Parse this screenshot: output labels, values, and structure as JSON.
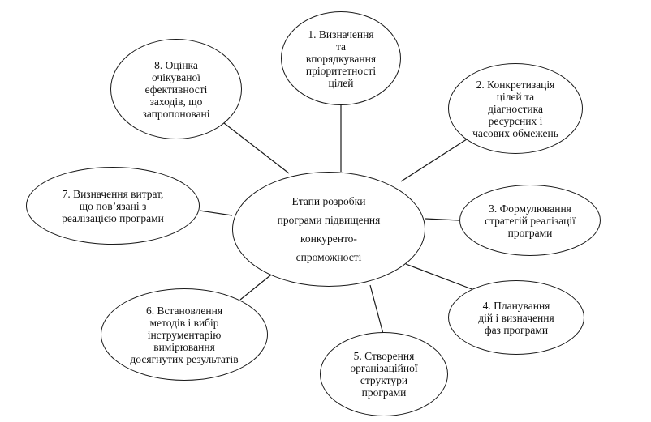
{
  "diagram": {
    "center": "Етапи розробки\nпрограми підвищення\nконкуренто-\nспроможності",
    "stages": [
      "1. Визначення\nта\nвпорядкування\nпріоритетності\nцілей",
      "2. Конкретизація\nцілей та\nдіагностика\nресурсних і\nчасових обмежень",
      "3. Формулювання\nстратегій реалізації\nпрограми",
      "4. Планування\nдій і визначення\nфаз програми",
      "5. Створення\nорганізаційної\nструктури\nпрограми",
      "6. Встановлення\nметодів і вибір\nінструментарію\nвимірювання\nдосягнутих результатів",
      "7. Визначення витрат,\nщо пов’язані з\nреалізацією програми",
      "8. Оцінка\nочікуваної\nефективності\nзаходів, що\nзапропоновані"
    ]
  }
}
